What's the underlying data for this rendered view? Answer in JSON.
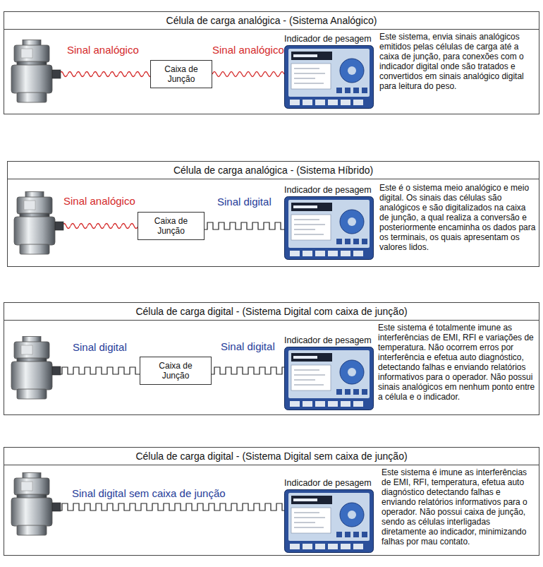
{
  "diagram": {
    "nodes": [
      {
        "text": [
          "Célula de carga analógica - (Sistema Analógico)",
          "Este sistema, envia sinais analógicos emitidos pelas células de carga até a caixa de junção, para conexões com o indicador digital onde são tratados e convertidos em sinais analógico digital para leitura do peso."
        ]
      },
      {
        "text": [
          "Caixa de Junção"
        ],
        "in": 0
      },
      {
        "text": [
          "Indicador de pesagem"
        ],
        "in": 0
      },
      {
        "text": [
          "Célula de carga analógica - (Sistema Híbrido)",
          "Este é o sistema meio analógico e meio digital. Os sinais das células são analógicos e são digitalizados na caixa de junção, a qual realiza a conversão e posteriormente encaminha os dados para os terminais, os quais apresentam os valores lidos."
        ]
      },
      {
        "text": [
          "Caixa de Junção"
        ],
        "in": 3
      },
      {
        "text": [
          "Indicador de pesagem"
        ],
        "in": 3
      },
      {
        "text": [
          "Célula de carga digital - (Sistema Digital com caixa de junção)",
          "Este sistema é totalmente imune as interferências de EMI, RFI e variações de temperatura. Não ocorrem erros por interferência e efetua auto diagnóstico, detectando falhas e enviando relatórios informativos para o operador. Não possui sinais analógicos em nenhum ponto entre a célula e o indicador."
        ]
      },
      {
        "text": [
          "Caixa de Junção"
        ],
        "in": 6
      },
      {
        "text": [
          "Indicador de pesagem"
        ],
        "in": 6
      },
      {
        "text": [
          "Célula de carga digital - (Sistema Digital sem caixa de junção)",
          "Este sistema é imune as interferências de EMI, RFI, temperatura, efetua auto diagnóstico detectando falhas e enviando relatórios informativos para o operador. Não possui caixa de junção, sendo as células interligadas diretamente ao indicador, minimizando falhas por mau contato."
        ]
      },
      {
        "text": [
          "Indicador de pesagem"
        ],
        "in": 9
      }
    ],
    "edges": [
      {
        "from": 1,
        "to": 2,
        "label": "Sinal analógico",
        "arrow": "none"
      },
      {
        "from": 4,
        "to": 5,
        "label": "Sinal digital",
        "arrow": "none"
      },
      {
        "from": 7,
        "to": 8,
        "label": "Sinal digital",
        "arrow": "none"
      }
    ],
    "labels": [
      "Sinal analógico",
      "Sinal analógico",
      "Sinal digital",
      "Sinal digital sem caixa de junção"
    ]
  }
}
